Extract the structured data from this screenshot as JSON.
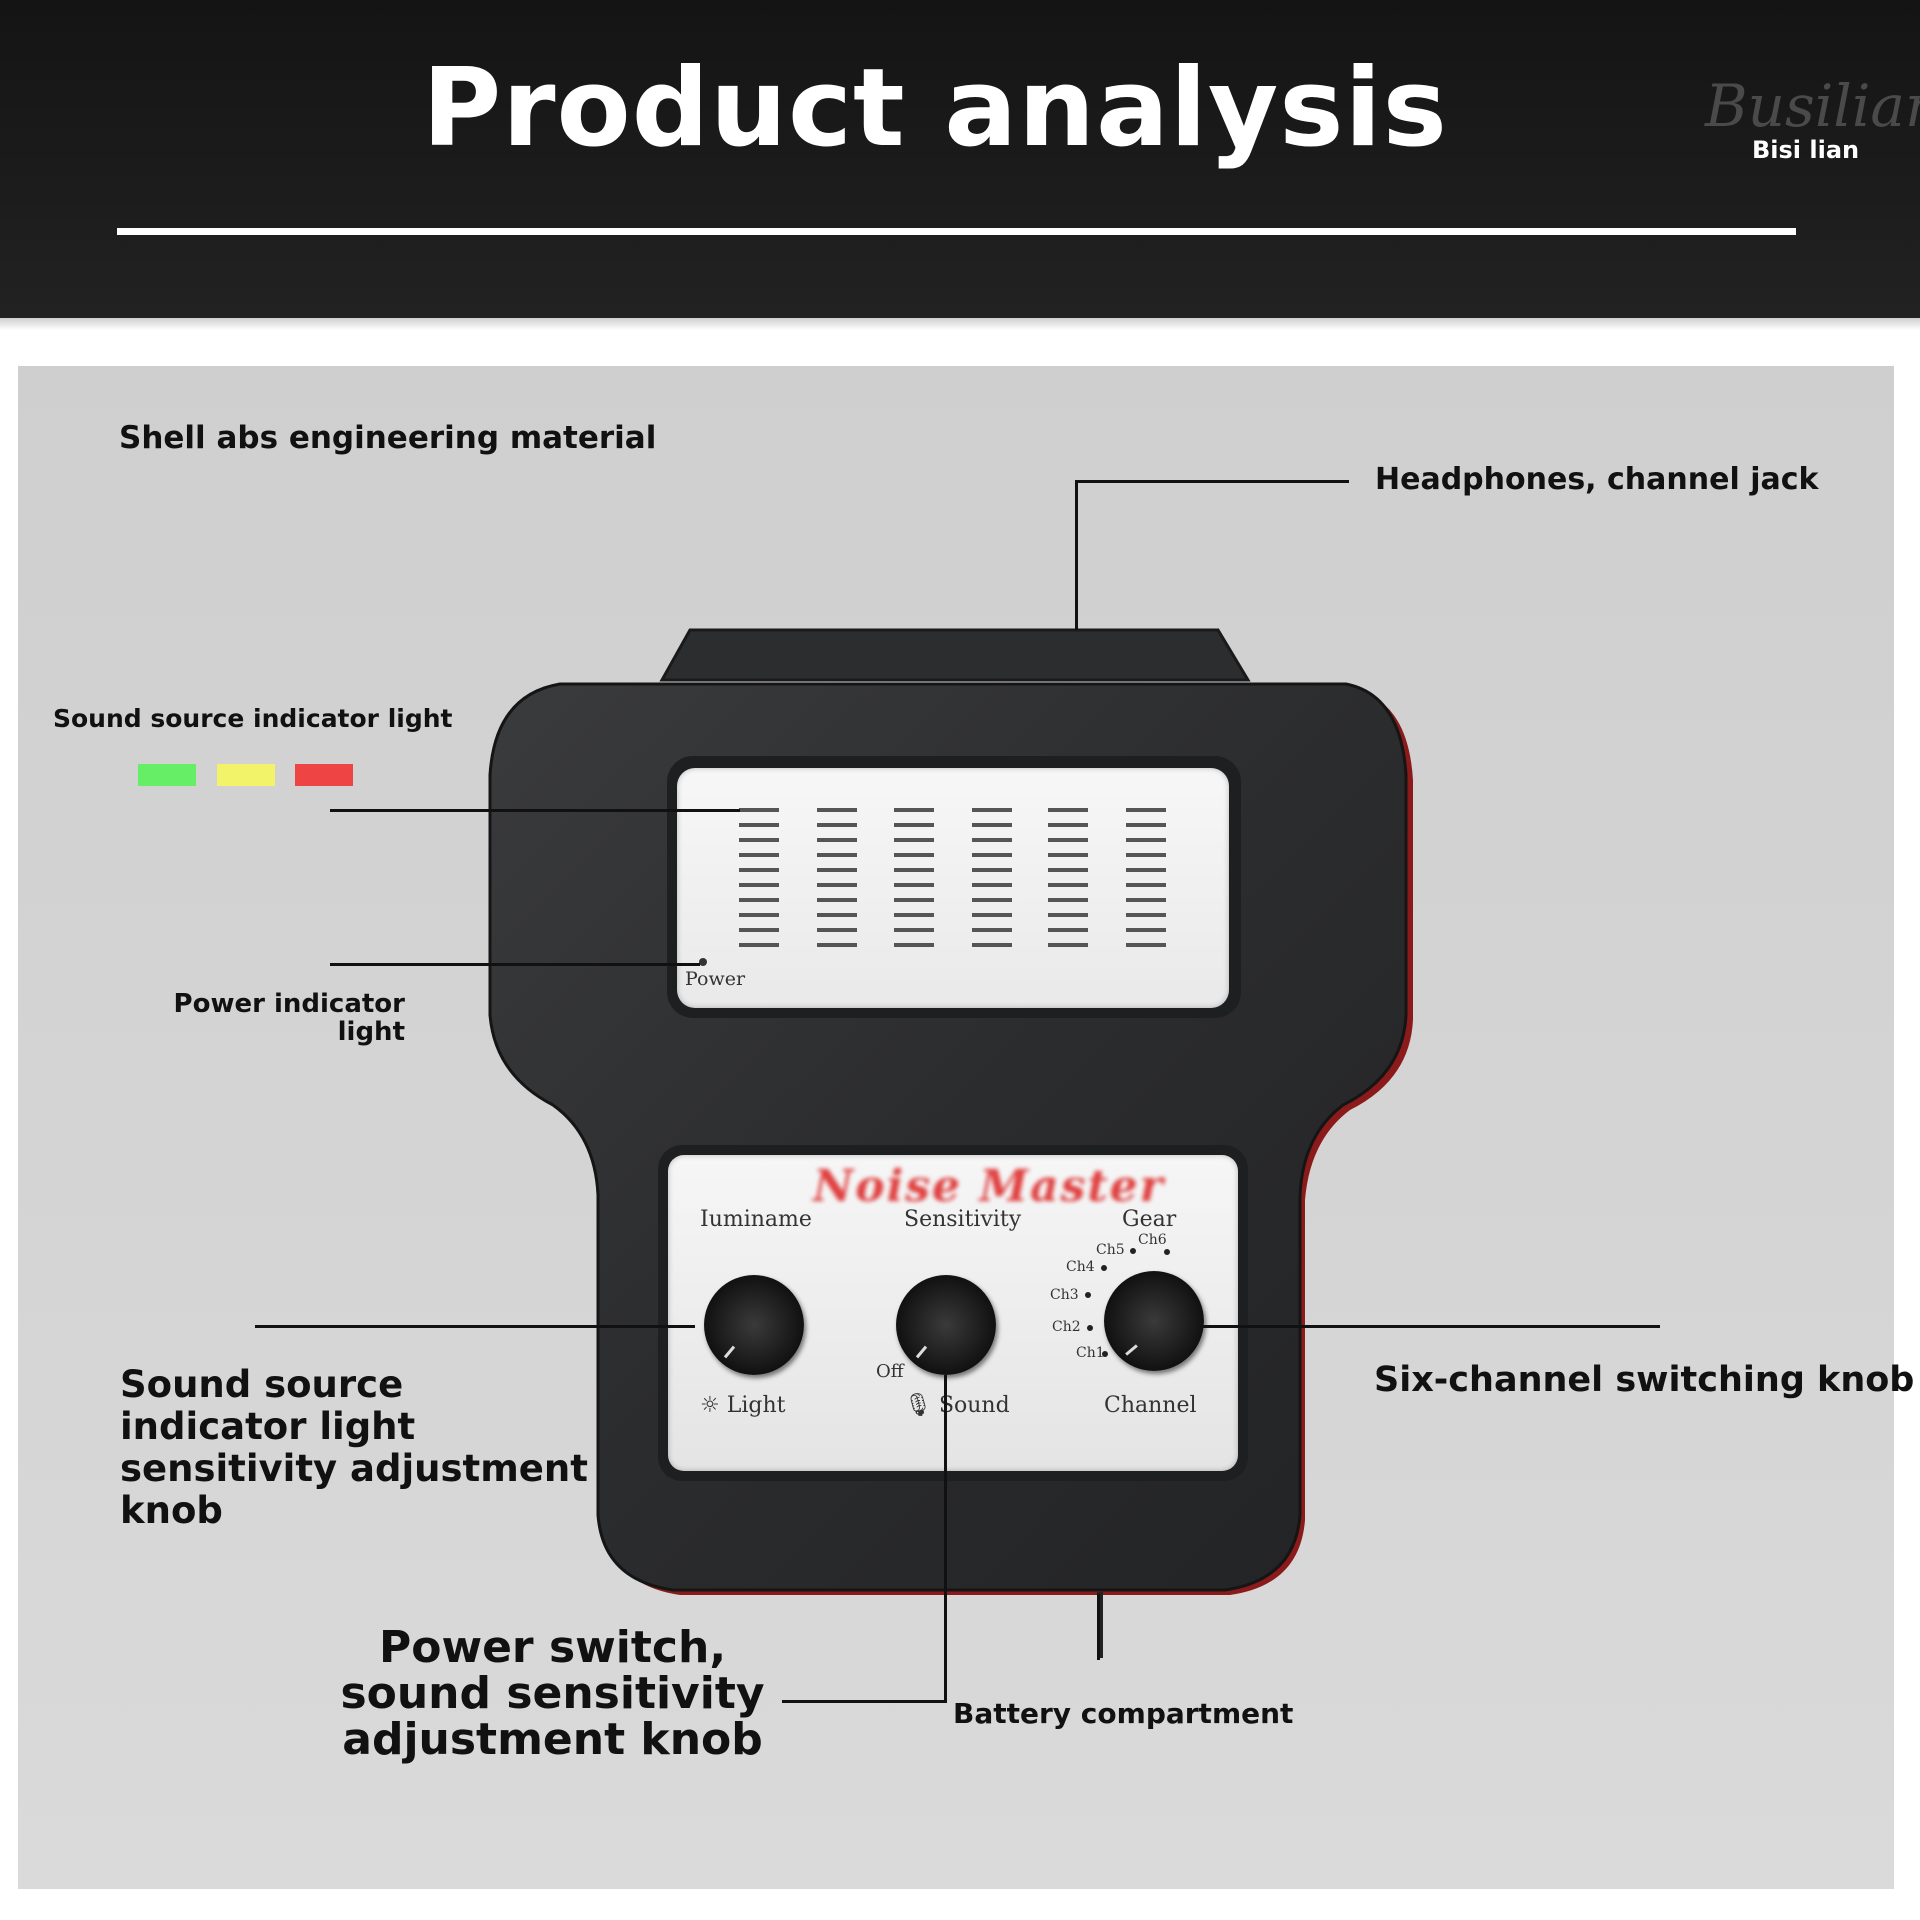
{
  "header": {
    "title": "Product analysis",
    "logo_script": "Busilian",
    "logo_text": "Bisi lian"
  },
  "labels": {
    "shell": "Shell abs engineering material",
    "headphones": "Headphones, channel jack",
    "sound_indicator": "Sound source indicator light",
    "power_indicator": "Power indicator light",
    "sensitivity_knob": "Sound source indicator light sensitivity adjustment knob",
    "six_channel": "Six-channel switching knob",
    "power_switch": "Power switch, sound sensitivity adjustment knob",
    "battery": "Battery compartment"
  },
  "indicator_colors": [
    "#66ee66",
    "#f3f36a",
    "#ee4444"
  ],
  "device": {
    "brand": "Noise Master",
    "screen_label": "Power",
    "meter_columns": 6,
    "knob_titles": [
      "Iuminame",
      "Sensitivity",
      "Gear"
    ],
    "knob_captions": [
      "Light",
      "Sound",
      "Channel"
    ],
    "off_label": "Off",
    "channels": [
      "Ch1",
      "Ch2",
      "Ch3",
      "Ch4",
      "Ch5",
      "Ch6"
    ],
    "icons": [
      "sun-icon",
      "microphone-icon"
    ]
  }
}
